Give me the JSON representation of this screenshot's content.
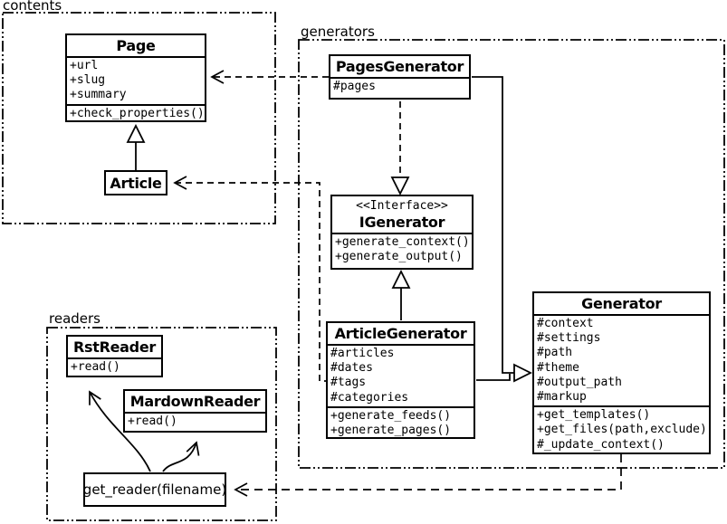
{
  "packages": {
    "contents": {
      "label": "contents"
    },
    "generators": {
      "label": "generators"
    },
    "readers": {
      "label": "readers"
    }
  },
  "classes": {
    "page": {
      "name": "Page",
      "attributes": [
        "+url",
        "+slug",
        "+summary"
      ],
      "methods": [
        "+check_properties()"
      ]
    },
    "article": {
      "name": "Article"
    },
    "pages_generator": {
      "name": "PagesGenerator",
      "attributes": [
        "#pages"
      ]
    },
    "igenerator": {
      "stereotype": "<<Interface>>",
      "name": "IGenerator",
      "methods": [
        "+generate_context()",
        "+generate_output()"
      ]
    },
    "article_generator": {
      "name": "ArticleGenerator",
      "attributes": [
        "#articles",
        "#dates",
        "#tags",
        "#categories"
      ],
      "methods": [
        "+generate_feeds()",
        "+generate_pages()"
      ]
    },
    "generator": {
      "name": "Generator",
      "attributes": [
        "#context",
        "#settings",
        "#path",
        "#theme",
        "#output_path",
        "#markup"
      ],
      "methods": [
        "+get_templates()",
        "+get_files(path,exclude)",
        "#_update_context()"
      ]
    },
    "rst_reader": {
      "name": "RstReader",
      "methods": [
        "+read()"
      ]
    },
    "mardown_reader": {
      "name": "MardownReader",
      "methods": [
        "+read()"
      ]
    },
    "get_reader": {
      "label": "get_reader(filename)"
    }
  },
  "colors": {
    "stroke": "#000000",
    "background": "#ffffff"
  }
}
